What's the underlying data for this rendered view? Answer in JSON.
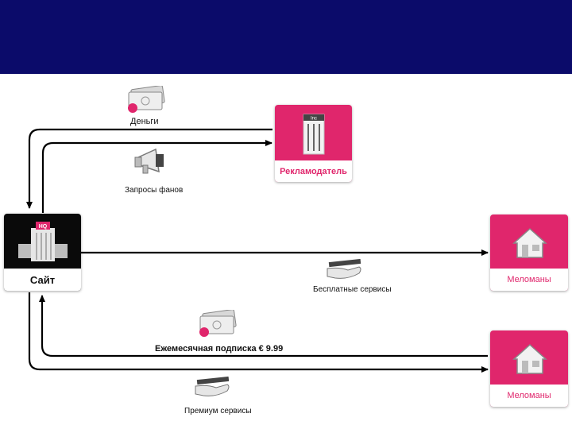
{
  "colors": {
    "header_bg": "#0b0b6a",
    "accent": "#e0266c",
    "site_box": "#0a0a0a"
  },
  "nodes": {
    "site": {
      "label": "Сайт",
      "icon": "hq-building-icon",
      "badge": "HQ"
    },
    "advertiser": {
      "label": "Рекламодатель",
      "icon": "inc-building-icon",
      "badge": "Inc"
    },
    "fans_free": {
      "label": "Меломаны",
      "icon": "house-icon"
    },
    "fans_premium": {
      "label": "Меломаны",
      "icon": "house-icon"
    }
  },
  "edges": {
    "money": {
      "label": "Деньги",
      "icon": "money-icon"
    },
    "fan_requests": {
      "label": "Запросы фанов",
      "icon": "megaphone-icon"
    },
    "free_services": {
      "label": "Бесплатные сервисы",
      "icon": "serving-hand-icon"
    },
    "subscription": {
      "label": "Ежемесячная подписка € 9.99",
      "icon": "money-icon"
    },
    "premium_services": {
      "label": "Премиум сервисы",
      "icon": "serving-hand-icon"
    }
  }
}
